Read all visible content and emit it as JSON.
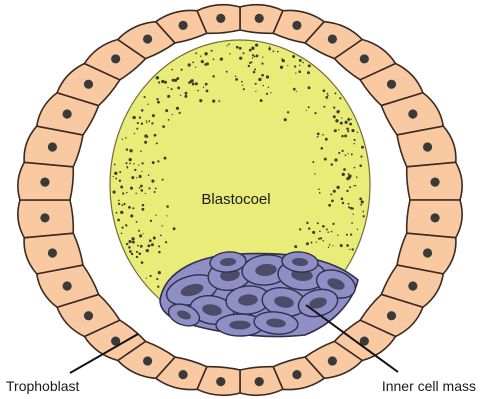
{
  "labels": {
    "cavity": "Blastocoel",
    "outer_layer": "Trophoblast",
    "inner_mass": "Inner cell mass"
  },
  "colors": {
    "background": "#ffffff",
    "trophoblast_fill": "#f9c9a2",
    "trophoblast_stroke": "#3a2a22",
    "nucleus": "#3a3a3a",
    "blastocoel_fill": "#e9ec78",
    "blastocoel_speckle": "#3c3c28",
    "icm_fill": "#8f8fc6",
    "icm_stroke": "#2f2f4c",
    "icm_nucleus": "#4c4c68",
    "leader_line": "#111111"
  }
}
